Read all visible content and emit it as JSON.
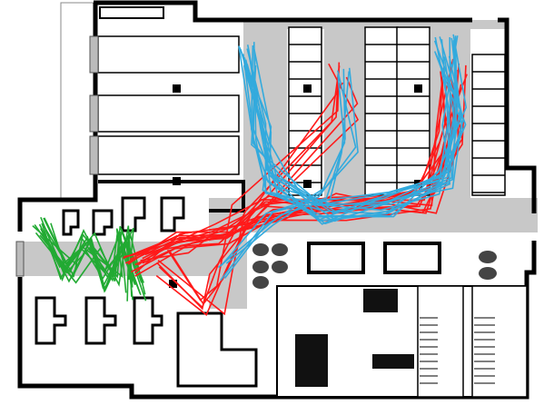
{
  "floorplan": {
    "colors": {
      "wall": "#000000",
      "corridor": "#c8c8c8",
      "room_fill": "#ffffff",
      "furniture": "#111111",
      "trajectory_red": "#ff1a1a",
      "trajectory_green": "#22aa33",
      "trajectory_blue": "#33aadd"
    },
    "trajectory_groups": [
      "red",
      "green",
      "blue"
    ]
  }
}
